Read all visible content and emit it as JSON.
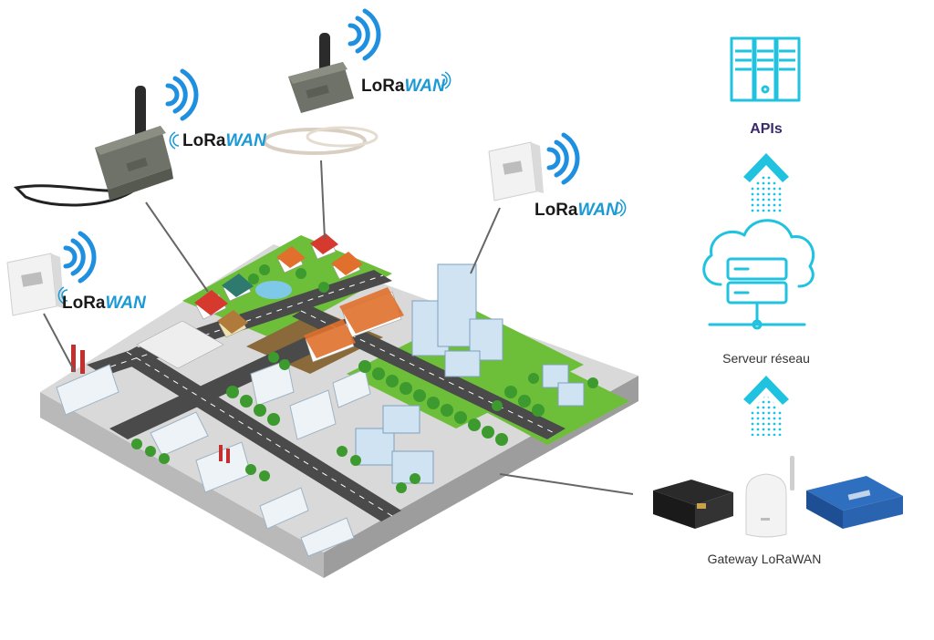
{
  "colors": {
    "cyan": "#1fc3e0",
    "lora_dark": "#1a1a1a",
    "lora_blue": "#1b9ad6",
    "wifi_blue": "#1f8fe0",
    "apis_text": "#3a2a6a",
    "road": "#4a4a4a",
    "grass": "#6dbf3a",
    "connector": "#666666"
  },
  "sensors": [
    {
      "lora_a": "LoRa",
      "lora_b": "WAN"
    },
    {
      "lora_a": "LoRa",
      "lora_b": "WAN"
    },
    {
      "lora_a": "LoRa",
      "lora_b": "WAN"
    },
    {
      "lora_a": "LoRa",
      "lora_b": "WAN"
    }
  ],
  "pipeline": {
    "apis_label": "APIs",
    "server_label": "Serveur réseau",
    "gateway_label": "Gateway LoRaWAN"
  },
  "icons": [
    "server-rack-icon",
    "cloud-server-icon",
    "chevron-up-icon",
    "wifi-signal-icon"
  ]
}
